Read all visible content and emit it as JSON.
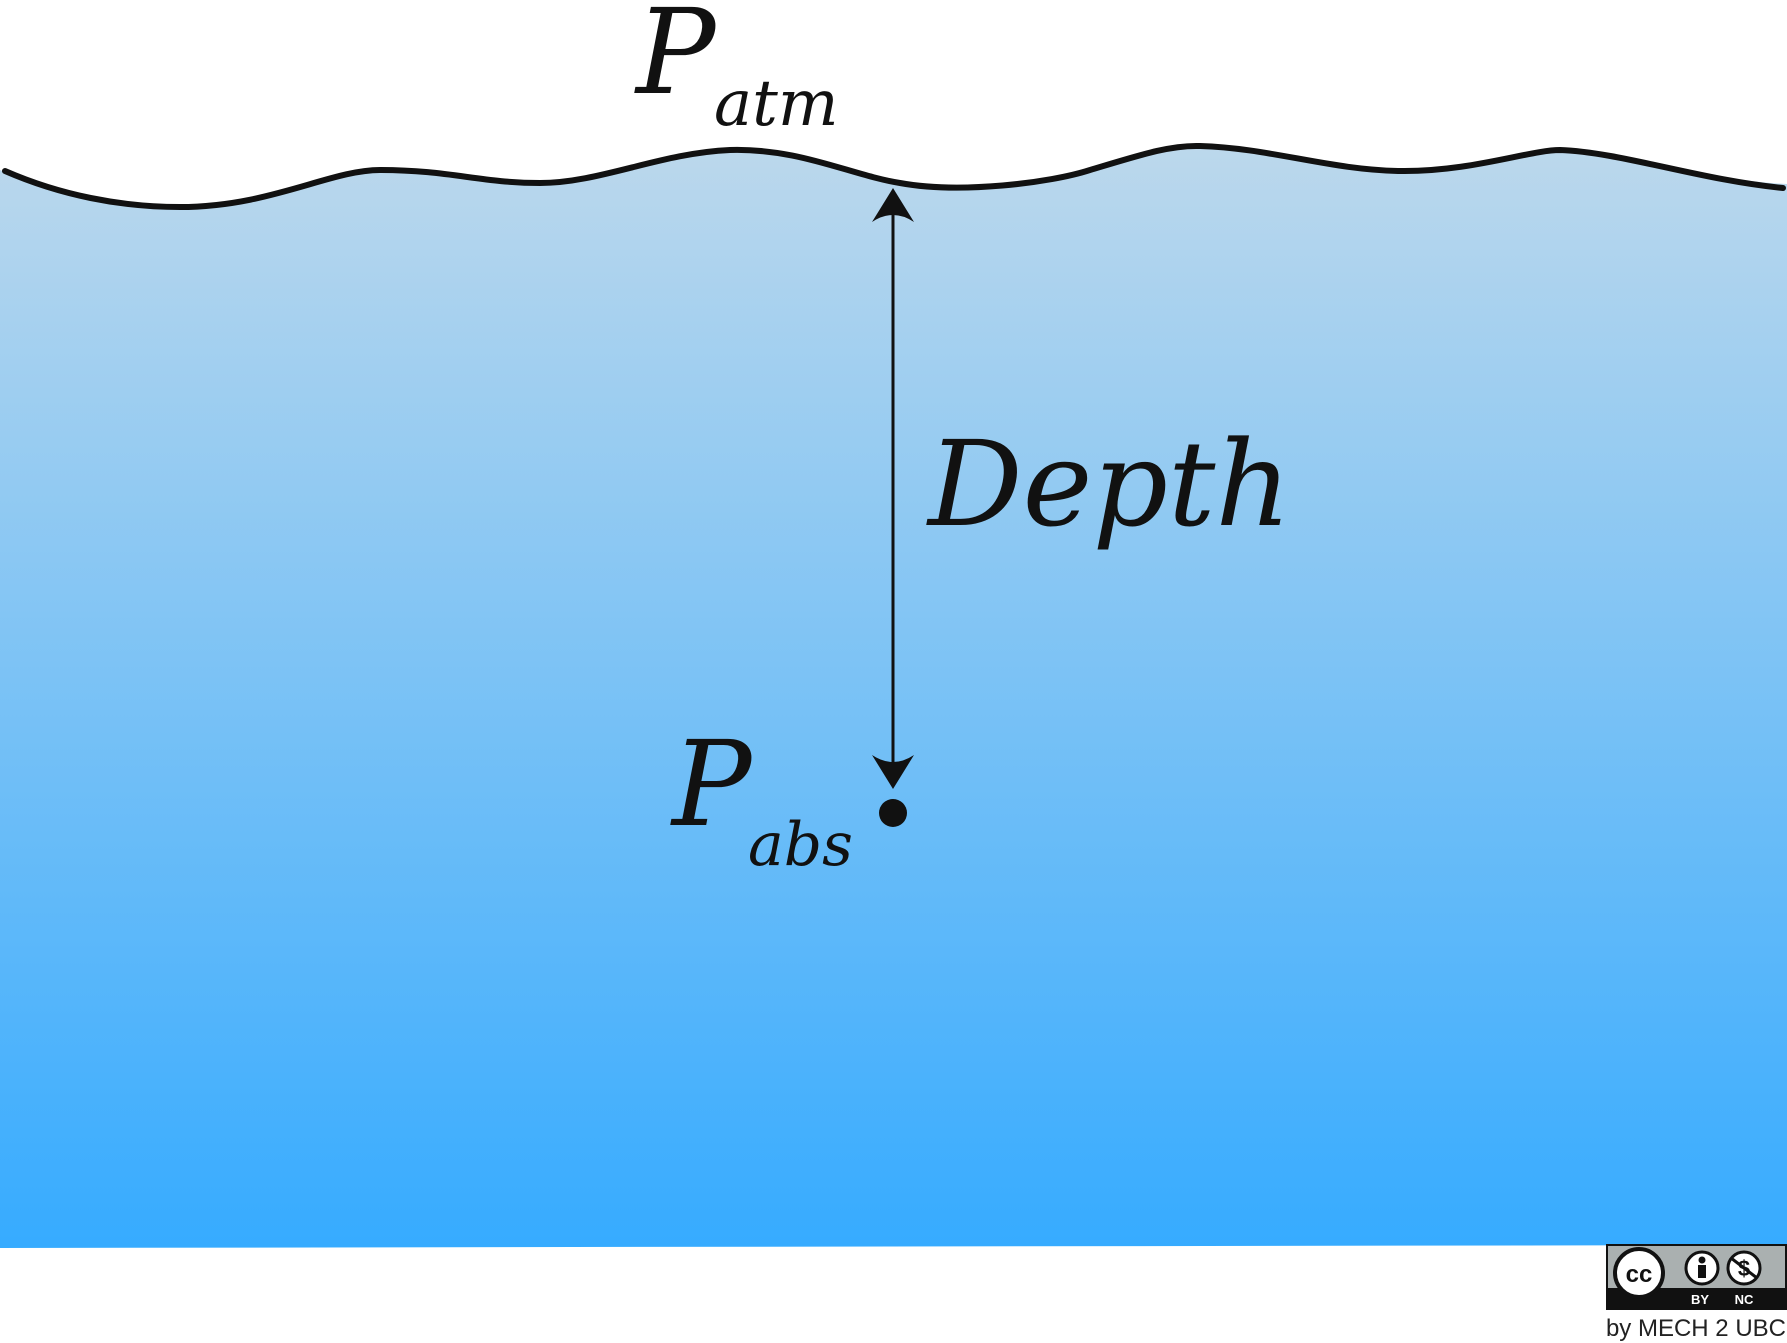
{
  "labels": {
    "p_atm_main": "P",
    "p_atm_sub": "atm",
    "p_abs_main": "P",
    "p_abs_sub": "abs",
    "depth": "Depth"
  },
  "license": {
    "cc": "cc",
    "by": "BY",
    "nc": "NC",
    "credit": "by MECH 2 UBC"
  },
  "colors": {
    "water_top": "#bcd8ec",
    "water_bottom": "#36abff",
    "line": "#111111",
    "badge_bg": "#aab0b0",
    "badge_dark": "#111111"
  }
}
